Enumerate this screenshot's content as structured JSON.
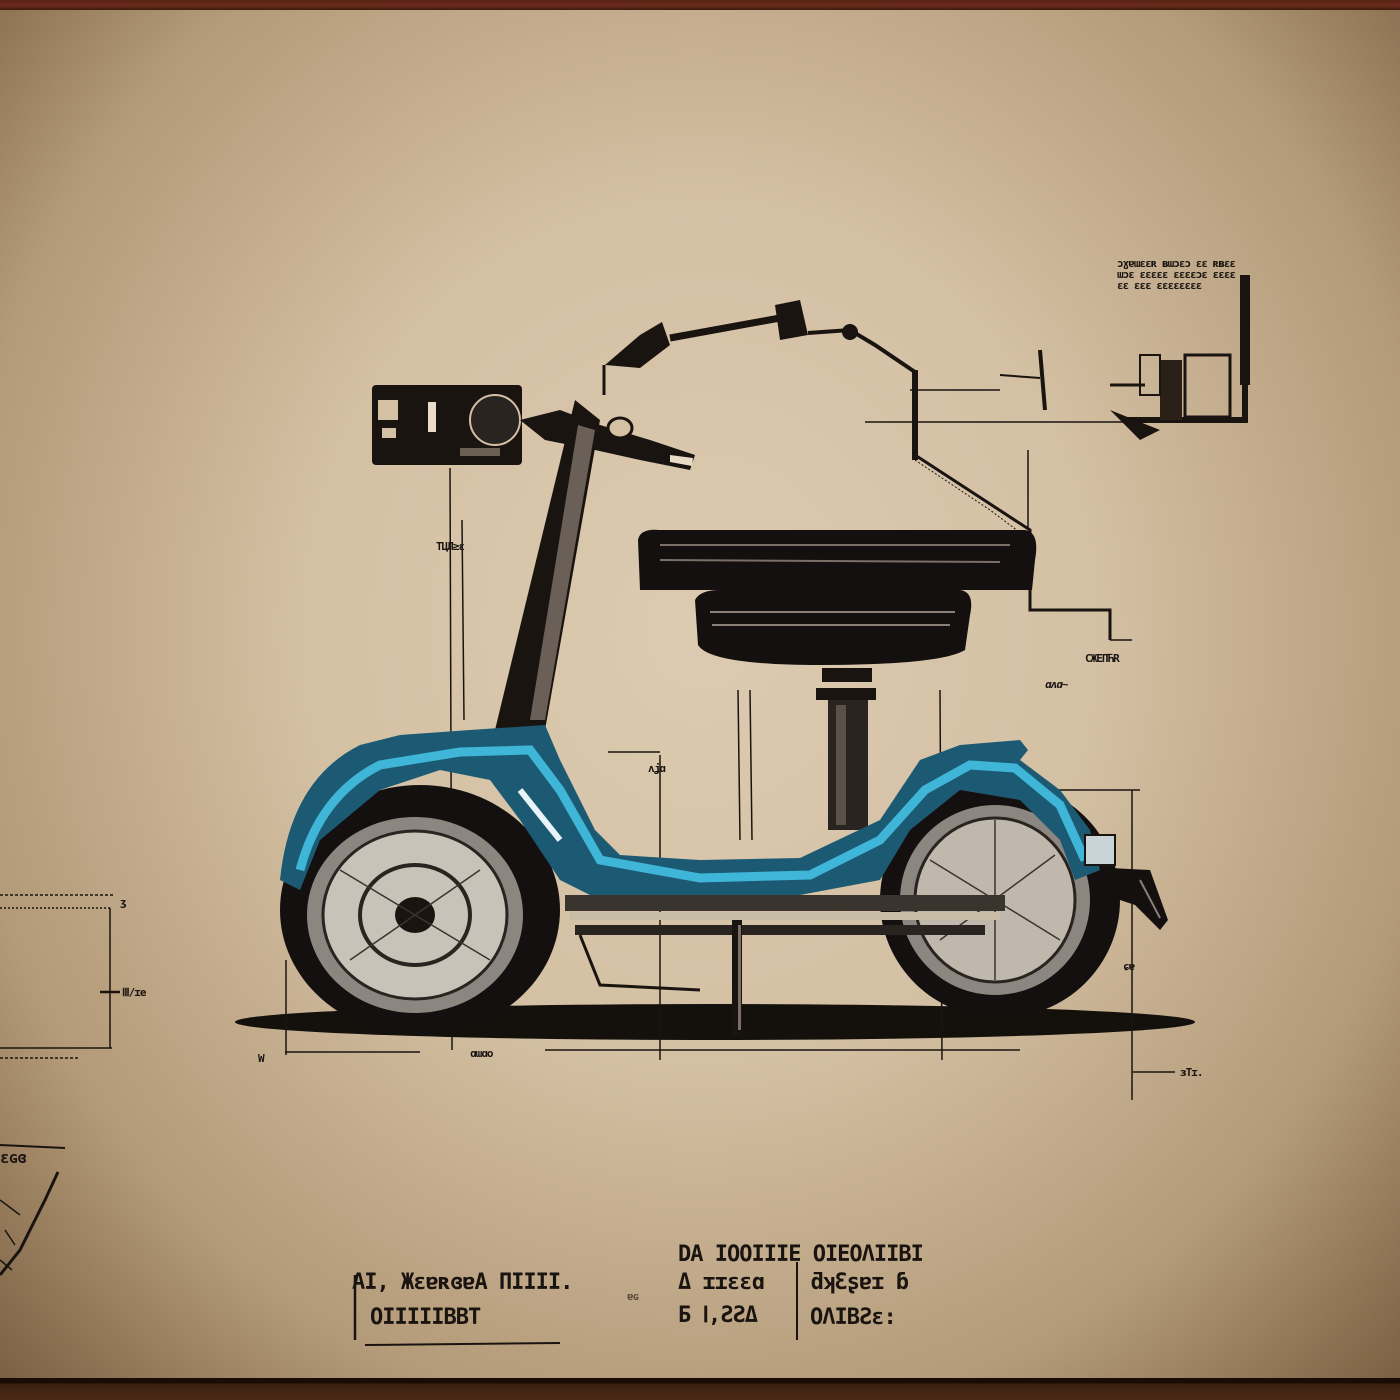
{
  "illustration": {
    "subject": "Electric scooter blueprint sketch",
    "style": "vintage technical drawing on tan paper",
    "colors": {
      "paper": "#d4c0a3",
      "paper_edge": "#7a5f40",
      "ink": "#1a1410",
      "frame_accent": "#3fa8c8",
      "frame_dark": "#1c5a74",
      "top_border": "#5a2418",
      "bottom_border": "#1a0c04"
    },
    "components": [
      "headlight-display",
      "handlebar",
      "stem",
      "mirror-arm",
      "seat",
      "seat-post",
      "deck-frame",
      "front-wheel",
      "rear-wheel",
      "rear-fender",
      "kickstand",
      "ground-shadow"
    ]
  },
  "annotations": {
    "top_right_note": [
      "ɔɣɐɯɛɛʀ ʙɯɔɛɔ ɛɛ ʀʙɛɛ",
      "ɯɔɛ ɛɛɛɛɛ ɛɛɛɛɔɛ ɛɛɛɛ",
      "ɛɛ ɛɛɛ ɛɛɛɛɛɛɛɛ"
    ],
    "stem_label": "ТЦЛ≥ɛ",
    "seat_label": "CЖЕΠЋR",
    "seat_scribble": "ɑʌɑ~",
    "frame_label": "ʌʝɑ",
    "left_dim": "ⅠⅡ/ɪe",
    "left_mark": "ʒ",
    "front_dim": "ɑɯɑo",
    "bottom_left_mark": "W",
    "rear_dim": "ɜТɪ.",
    "rear_scribble": "ɕɐ",
    "corner_note": "ɛɢɞ"
  },
  "title_block": {
    "left_line1": "ΑΙ, ЖɛɐʀɞɐA ΠΙΙΙΙ.",
    "left_line2": "ΟΙΙΙΙΙΒΒΤ",
    "center_mark": "ɐɢ",
    "right_header": "DA ΙΟΟΙΙΙΕ ΟΙΕΟΛΙΙΒΙ",
    "right_col1_line1": "Δ ɪɪɛɛɑ",
    "right_col1_line2": "Ƃ Ⅰ,ƧƧΔ",
    "right_col2_line1": "ƌʞƐʂɐɪ ɓ",
    "right_col2_line2": "ΟΛΙΒƧɛ:"
  }
}
